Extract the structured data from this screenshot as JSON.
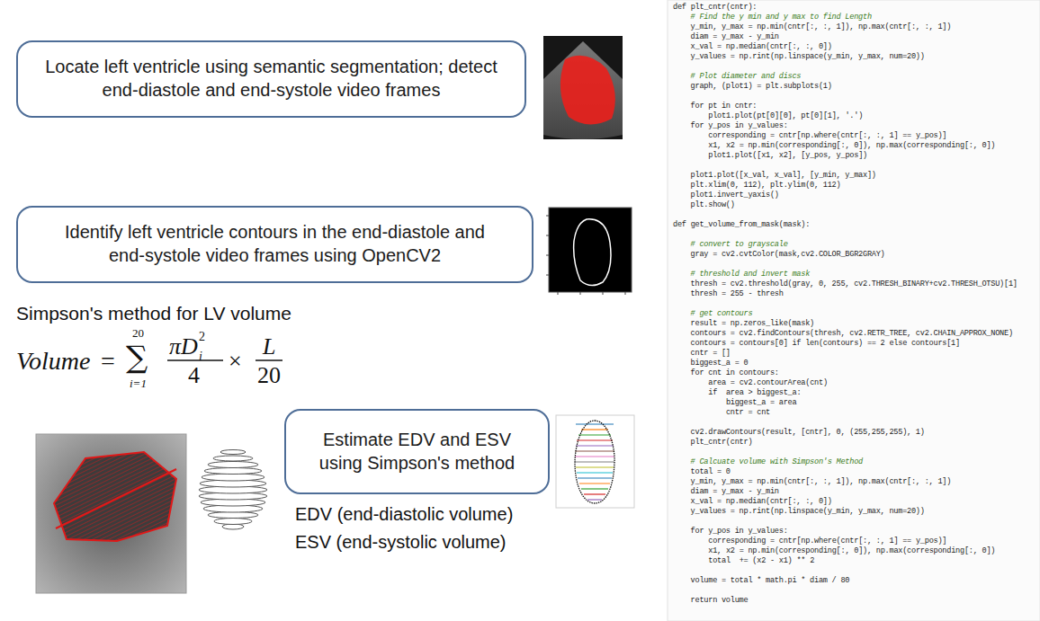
{
  "diagram": {
    "nodes": [
      {
        "text": [
          "Locate left ventricle using semantic segmentation; detect end-diastole and end-systole video frames"
        ]
      },
      {
        "text": [
          "Identify left ventricle contours in the end-diastole and end-systole video frames using OpenCV2"
        ]
      },
      {
        "text": [
          "Estimate EDV and ESV using Simpson's method"
        ]
      }
    ],
    "labels": [
      "Simpson's method for LV volume",
      "Volume",
      "=",
      "∑",
      "20",
      "i=1",
      "πD",
      "i",
      "2",
      "4",
      "×",
      "L",
      "20",
      "EDV (end-diastolic volume)",
      "ESV (end-systolic volume)",
      "def plt_cntr(cntr):",
      "# Find the y min and y max to find Length",
      "y_min, y_max = np.min(cntr[:, :, 1]), np.max(cntr[:, :, 1])",
      "diam = y_max - y_min",
      "x_val = np.median(cntr[:, :, 0])",
      "y_values = np.rint(np.linspace(y_min, y_max, num=20))",
      "# Plot diameter and discs",
      "graph, (plot1) = plt.subplots(1)",
      "for pt in cntr:",
      "plot1.plot(pt[0][0], pt[0][1], '.')",
      "for y_pos in y_values:",
      "corresponding = cntr[np.where(cntr[:, :, 1] == y_pos)]",
      "x1, x2 = np.min(corresponding[:, 0]), np.max(corresponding[:, 0])",
      "plot1.plot([x1, x2], [y_pos, y_pos])",
      "plot1.plot([x_val, x_val], [y_min, y_max])",
      "plt.xlim(0, 112), plt.ylim(0, 112)",
      "plot1.invert_yaxis()",
      "plt.show()",
      "def get_volume_from_mask(mask):",
      "# convert to grayscale",
      "gray = cv2.cvtColor(mask,cv2.COLOR_BGR2GRAY)",
      "# threshold and invert mask",
      "thresh = cv2.threshold(gray, 0, 255, cv2.THRESH_BINARY+cv2.THRESH_OTSU)[1]",
      "thresh = 255 - thresh",
      "# get contours",
      "result = np.zeros_like(mask)",
      "contours = cv2.findContours(thresh, cv2.RETR_TREE, cv2.CHAIN_APPROX_NONE)",
      "contours = contours[0] if len(contours) == 2 else contours[1]",
      "cntr = []",
      "biggest_a = 0",
      "for cnt in contours:",
      "area = cv2.contourArea(cnt)",
      "if  area > biggest_a:",
      "biggest_a = area",
      "cntr = cnt",
      "cv2.drawContours(result, [cntr], 0, (255,255,255), 1)",
      "plt_cntr(cntr)",
      "# Calcuate volume with Simpson's Method",
      "total = 0",
      "y_min, y_max = np.min(cntr[:, :, 1]), np.max(cntr[:, :, 1])",
      "diam = y_max - y_min",
      "x_val = np.median(cntr[:, :, 0])",
      "y_values = np.rint(np.linspace(y_min, y_max, num=20))",
      "for y_pos in y_values:",
      "corresponding = cntr[np.where(cntr[:, :, 1] == y_pos)]",
      "x1, x2 = np.min(corresponding[:, 0]), np.max(corresponding[:, 0])",
      "total  += (x2 - x1) ** 2",
      "volume = total * math.pi * diam / 80",
      "return volume"
    ]
  }
}
